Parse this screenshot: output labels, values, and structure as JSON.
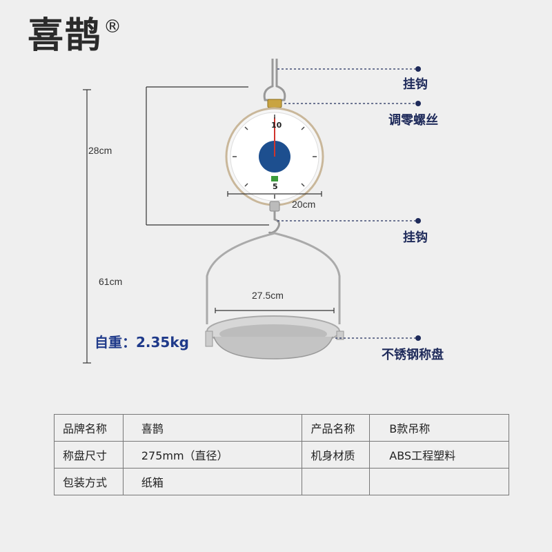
{
  "brand": {
    "name": "喜鹊",
    "reg_mark": "®"
  },
  "dimensions": {
    "total_height": "61cm",
    "head_height": "28cm",
    "dial_width": "20cm",
    "pan_width": "27.5cm"
  },
  "callouts": {
    "top_hook": "挂钩",
    "zero_screw": "调零螺丝",
    "bottom_hook": "挂钩",
    "pan": "不锈钢称盘"
  },
  "weight": "自重：2.35kg",
  "dial": {
    "top_number": "10",
    "bottom_number": "5"
  },
  "specs": {
    "rows": [
      {
        "label1": "品牌名称",
        "value1": "喜鹊",
        "label2": "产品名称",
        "value2": "B款吊称"
      },
      {
        "label1": "称盘尺寸",
        "value1": "275mm（直径）",
        "label2": "机身材质",
        "value2": "ABS工程塑料"
      },
      {
        "label1": "包装方式",
        "value1": "纸箱",
        "label2": "",
        "value2": ""
      }
    ]
  },
  "colors": {
    "accent": "#1e2a5a",
    "dial_center": "#1d4f8f",
    "needle": "#d0342c"
  }
}
